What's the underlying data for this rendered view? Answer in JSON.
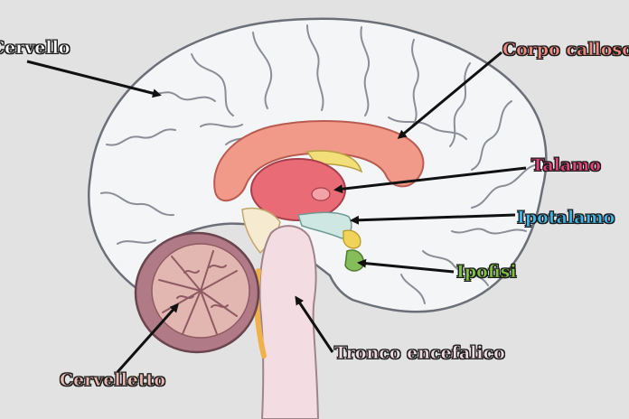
{
  "labels": {
    "cervello": "Cervello",
    "corpo_calloso": "Corpo calloso",
    "talamo": "Talamo",
    "ipotalamo": "Ipotalamo",
    "ipofisi": "Ipofisi",
    "tronco": "Tronco encefalico",
    "cervelletto": "Cervelletto"
  },
  "colors": {
    "background": "#e2e2e2",
    "cervello": "#ffffff",
    "corpo_calloso": "#f08a7e",
    "talamo": "#e8417a",
    "ipotalamo": "#3fb6e8",
    "ipofisi": "#7ec23f",
    "tronco": "#f2d9df",
    "cervelletto": "#e9b8b0"
  }
}
